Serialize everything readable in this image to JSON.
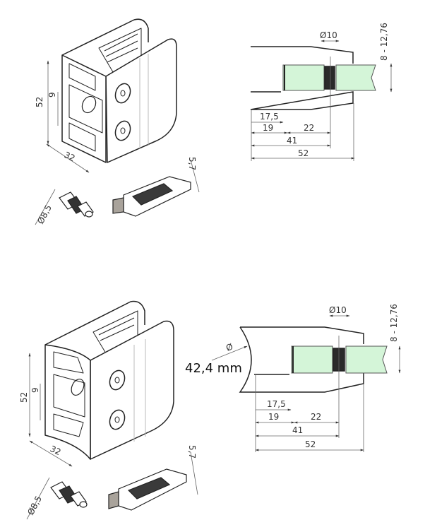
{
  "colors": {
    "line": "#222222",
    "dim_line": "#666666",
    "glass": "#d4f5d8",
    "glass_edge": "#7cc08a",
    "gasket": "#2a2a2a",
    "pad_dark": "#3a3a3a",
    "pad_base": "#a9a39b"
  },
  "diagrams": [
    {
      "id": "flat-mount",
      "iso_view": {
        "height_label": "52",
        "hole_offset_label": "9",
        "depth_label": "32",
        "pin_diameter_label": "Ø8,5",
        "pad_thickness_label": "5,7"
      },
      "section_view": {
        "hole_label": "Ø10",
        "glass_range_label": "8 - 12,76",
        "dims": [
          "17,5",
          "19",
          "22",
          "41",
          "52"
        ]
      }
    },
    {
      "id": "tube-mount",
      "iso_view": {
        "height_label": "52",
        "hole_offset_label": "9",
        "depth_label": "32",
        "pin_diameter_label": "Ø8,5",
        "pad_thickness_label": "5,7"
      },
      "section_view": {
        "hole_label": "Ø10",
        "glass_range_label": "8 - 12,76",
        "tube_symbol": "Ø",
        "tube_diameter_label": "42,4 mm",
        "dims": [
          "17,5",
          "19",
          "22",
          "41",
          "52"
        ]
      }
    }
  ]
}
